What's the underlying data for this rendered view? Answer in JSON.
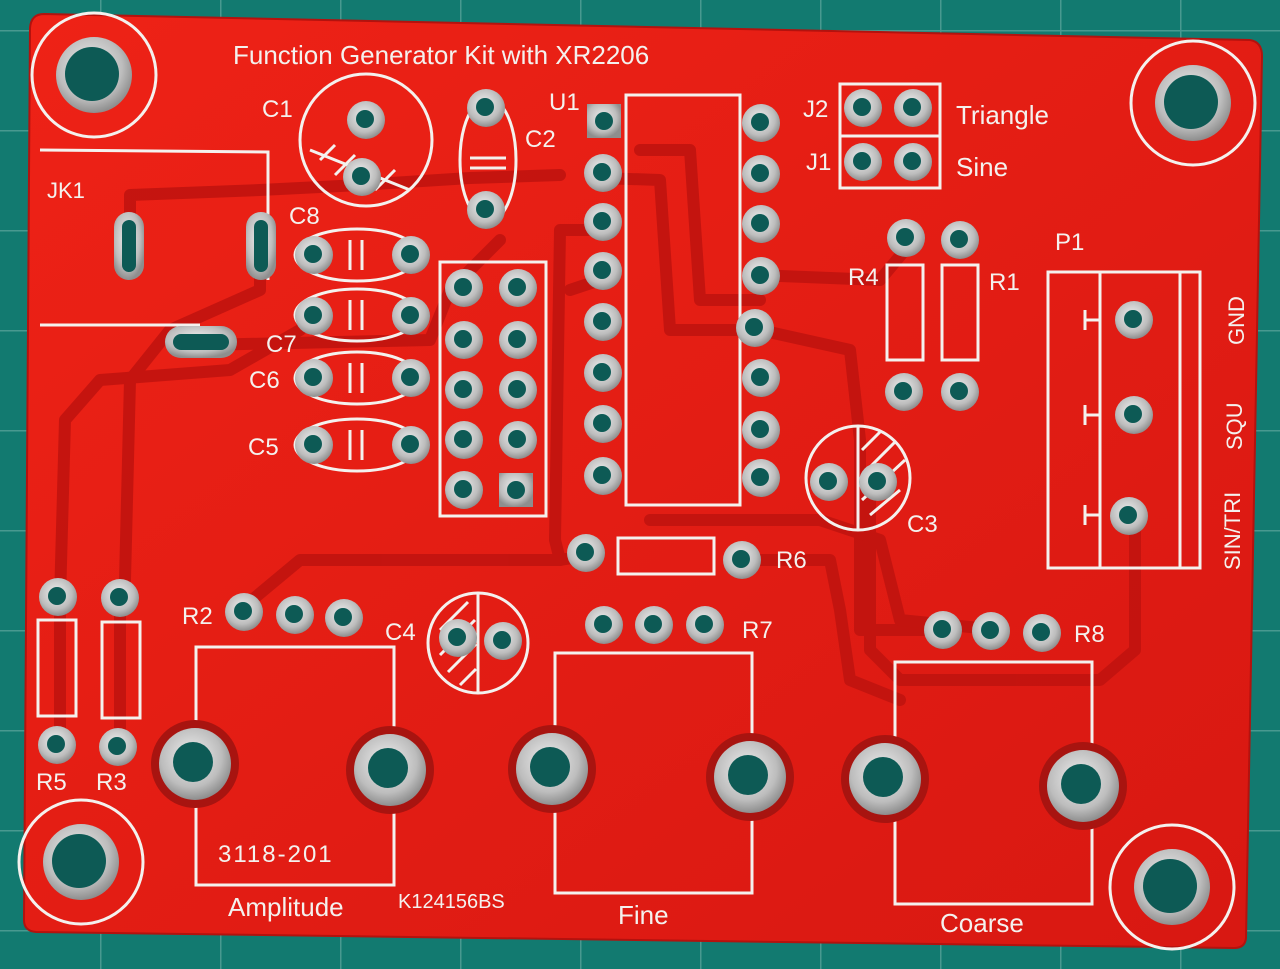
{
  "colors": {
    "background_mat": "#127a70",
    "grid_lines": "#5fa79f",
    "board": "#e41a14",
    "trace": "#c0120e",
    "silkscreen": "#f4f1ee",
    "pad_metal": "#c9c9c9",
    "hole": "#0d5a55"
  },
  "board": {
    "title": "Function Generator Kit with XR2206",
    "part_code": "K124156BS",
    "pot_part_number": "3118-201"
  },
  "designators": {
    "c1": "C1",
    "c2": "C2",
    "c3": "C3",
    "c4": "C4",
    "c5": "C5",
    "c6": "C6",
    "c7": "C7",
    "c8": "C8",
    "u1": "U1",
    "j1": "J1",
    "j2": "J2",
    "jk1": "JK1",
    "p1": "P1",
    "r1": "R1",
    "r2": "R2",
    "r3": "R3",
    "r4": "R4",
    "r5": "R5",
    "r6": "R6",
    "r7": "R7",
    "r8": "R8"
  },
  "jumper_labels": {
    "triangle": "Triangle",
    "sine": "Sine"
  },
  "terminal_labels": {
    "gnd": "GND",
    "squ": "SQU",
    "sin_tri": "SIN/TRI"
  },
  "pot_labels": {
    "amplitude": "Amplitude",
    "fine": "Fine",
    "coarse": "Coarse"
  }
}
